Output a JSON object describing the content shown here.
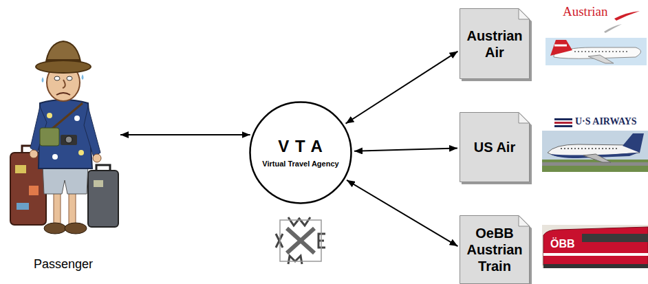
{
  "diagram": {
    "nodes": [
      {
        "text": [
          "Passenger"
        ]
      },
      {
        "text": [
          "V T A",
          "Virtual Travel Agency"
        ]
      },
      {
        "text": [
          "Austrian Air"
        ]
      },
      {
        "text": [
          "US Air"
        ]
      },
      {
        "text": [
          "OeBB Austrian Train"
        ]
      }
    ],
    "edges": [
      {
        "from": 0,
        "to": 1,
        "arrow": "both"
      },
      {
        "from": 1,
        "to": 2,
        "arrow": "both"
      },
      {
        "from": 1,
        "to": 3,
        "arrow": "both"
      },
      {
        "from": 1,
        "to": 4,
        "arrow": "both"
      }
    ],
    "labels": [
      "Austrian",
      "U·S AIRWAYS",
      "ÖBB"
    ]
  }
}
